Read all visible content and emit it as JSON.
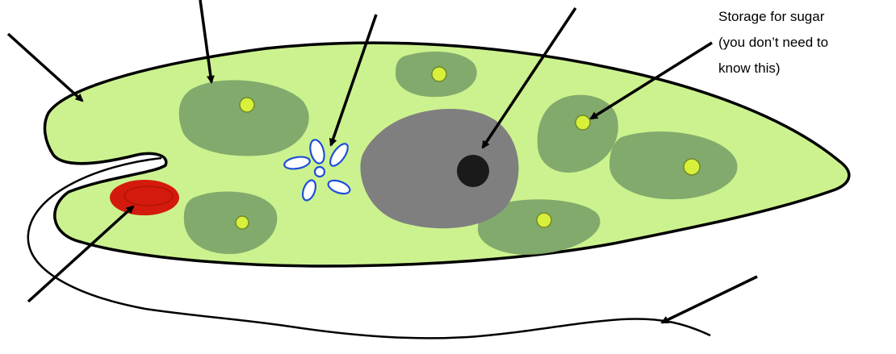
{
  "labels": {
    "storage": {
      "line1": "Storage for sugar",
      "line2": "(you don’t need to",
      "line3": "know this)"
    }
  },
  "colors": {
    "cytoplasm": "#ccf28f",
    "chloroplast": "#7da56a",
    "pyrenoid": "#d8f03a",
    "nucleus": "#7f7f7f",
    "nucleolus": "#1a1a1a",
    "eyespot": "#d31a0c",
    "contractile_vacuole": "#1f4fd8",
    "outline": "#000000"
  },
  "structures": [
    "pellicle-outline",
    "chloroplast",
    "contractile-vacuole",
    "nucleus",
    "nucleolus",
    "pyrenoid",
    "eyespot",
    "flagellum"
  ]
}
